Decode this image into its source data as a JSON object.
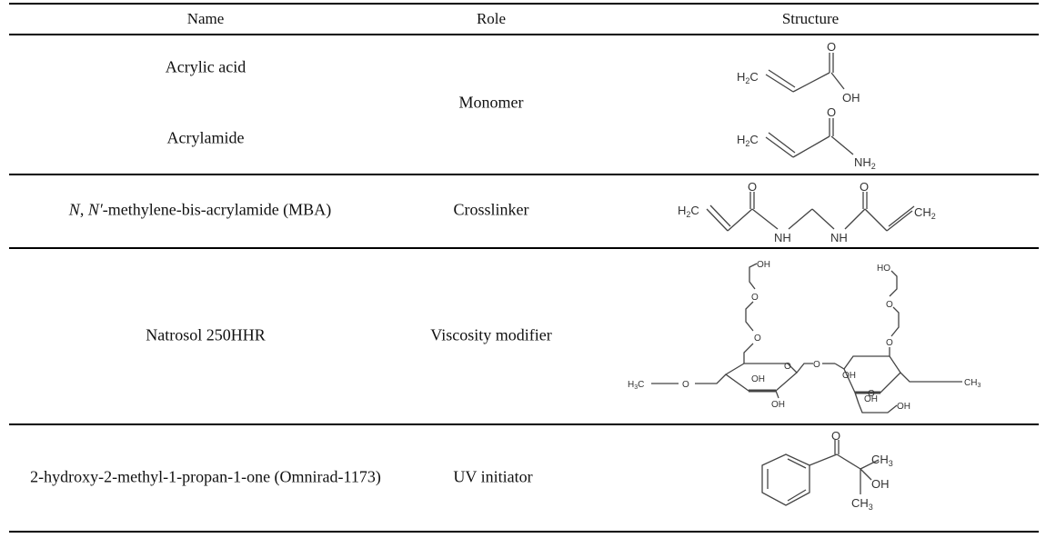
{
  "table": {
    "headers": {
      "name": "Name",
      "role": "Role",
      "structure": "Structure"
    },
    "rows": [
      {
        "name": "Acrylic acid",
        "role": "Monomer",
        "structure": "acrylic-acid"
      },
      {
        "name": "Acrylamide",
        "role": "Monomer",
        "structure": "acrylamide"
      },
      {
        "name_italic_1": "N",
        "name_sep": ", ",
        "name_italic_2": "N′",
        "name_rest": "-methylene-bis-acrylamide (MBA)",
        "role": "Crosslinker",
        "structure": "mba"
      },
      {
        "name": "Natrosol 250HHR",
        "role": "Viscosity modifier",
        "structure": "hydroxyethyl-cellulose"
      },
      {
        "name": "2-hydroxy-2-methyl-1-propan-1-one (Omnirad-1173)",
        "role": "UV initiator",
        "structure": "omnirad-1173"
      }
    ],
    "shared_role_monomer": "Monomer"
  },
  "labels": {
    "O": "O",
    "OH": "OH",
    "HO": "HO",
    "NH": "NH",
    "H2C_H": "H",
    "H2C_C": "C",
    "sub2": "2",
    "sub3": "3",
    "NH2_N": "NH",
    "CH3_C": "CH",
    "H3C_H": "H"
  }
}
